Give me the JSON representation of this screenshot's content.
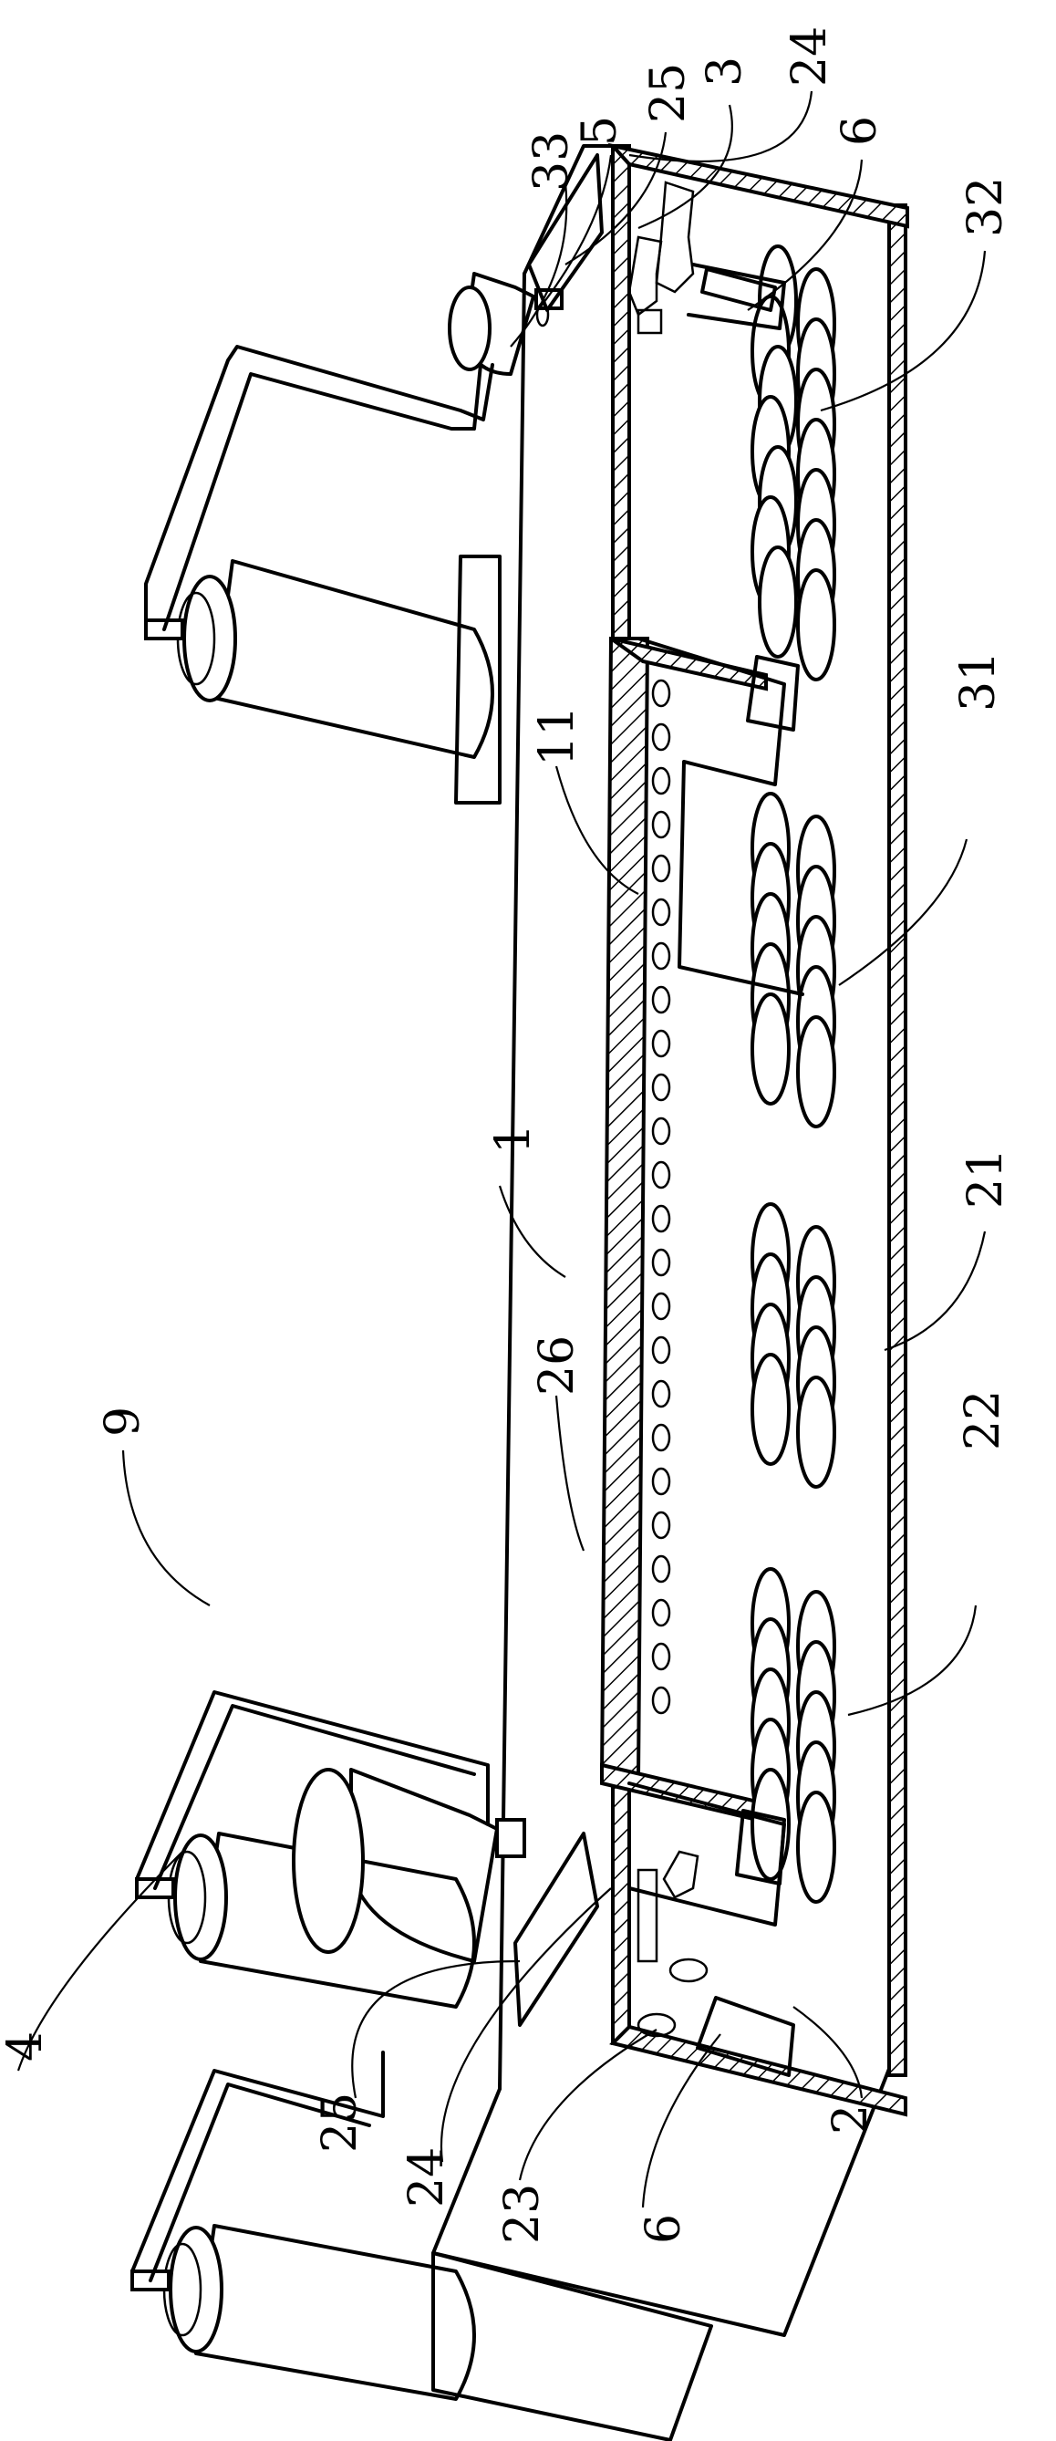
{
  "figure": {
    "type": "patent-drawing",
    "orientation": "rotated-90",
    "colors": {
      "line": "#000000",
      "background": "#ffffff",
      "accent_line": "#888888"
    }
  },
  "labels": [
    {
      "id": "l-3",
      "text": "3"
    },
    {
      "id": "l-24-top",
      "text": "24"
    },
    {
      "id": "l-25-top",
      "text": "25"
    },
    {
      "id": "l-5",
      "text": "5"
    },
    {
      "id": "l-33",
      "text": "33"
    },
    {
      "id": "l-6-top",
      "text": "6"
    },
    {
      "id": "l-32",
      "text": "32"
    },
    {
      "id": "l-31",
      "text": "31"
    },
    {
      "id": "l-11",
      "text": "11"
    },
    {
      "id": "l-1",
      "text": "1"
    },
    {
      "id": "l-21",
      "text": "21"
    },
    {
      "id": "l-26",
      "text": "26"
    },
    {
      "id": "l-9",
      "text": "9"
    },
    {
      "id": "l-22",
      "text": "22"
    },
    {
      "id": "l-4",
      "text": "4"
    },
    {
      "id": "l-25-bot",
      "text": "25"
    },
    {
      "id": "l-24-bot",
      "text": "24"
    },
    {
      "id": "l-23",
      "text": "23"
    },
    {
      "id": "l-6-bot",
      "text": "6"
    },
    {
      "id": "l-2",
      "text": "2"
    }
  ]
}
